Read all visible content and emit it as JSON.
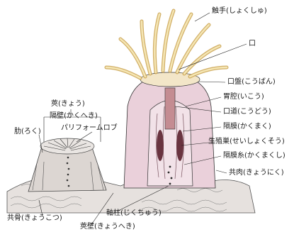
{
  "labels": {
    "tentacle": "触手(しょくしゅ)",
    "mouth": "口",
    "oral_disc": "口盤(こうばん)",
    "gastric_cavity": "胃腔(いこう)",
    "pharynx": "口道(こうどう)",
    "mesentery": "隔膜(かくまく)",
    "gonad": "生殖巣(せいしょくそう)",
    "mesenterial_filament": "隔膜糸(かくまくし)",
    "coenosarc": "共肉(きょうにく)",
    "columella": "軸柱(じくちゅう)",
    "theca": "莢壁(きょうへき)",
    "coenosteum": "共骨(きょうこつ)",
    "costa": "肋(ろく)",
    "calice": "莢(きょう)",
    "septum": "隔壁(かくへき)",
    "pali_lobe": "パリフォームロブ"
  },
  "colors": {
    "tentacle": "#f1dda0",
    "body": "#e7c9d4",
    "oral_disc": "#f3e6c8",
    "gonad": "#6a3440",
    "skeleton": "#d8d2cf",
    "line": "#222222"
  }
}
